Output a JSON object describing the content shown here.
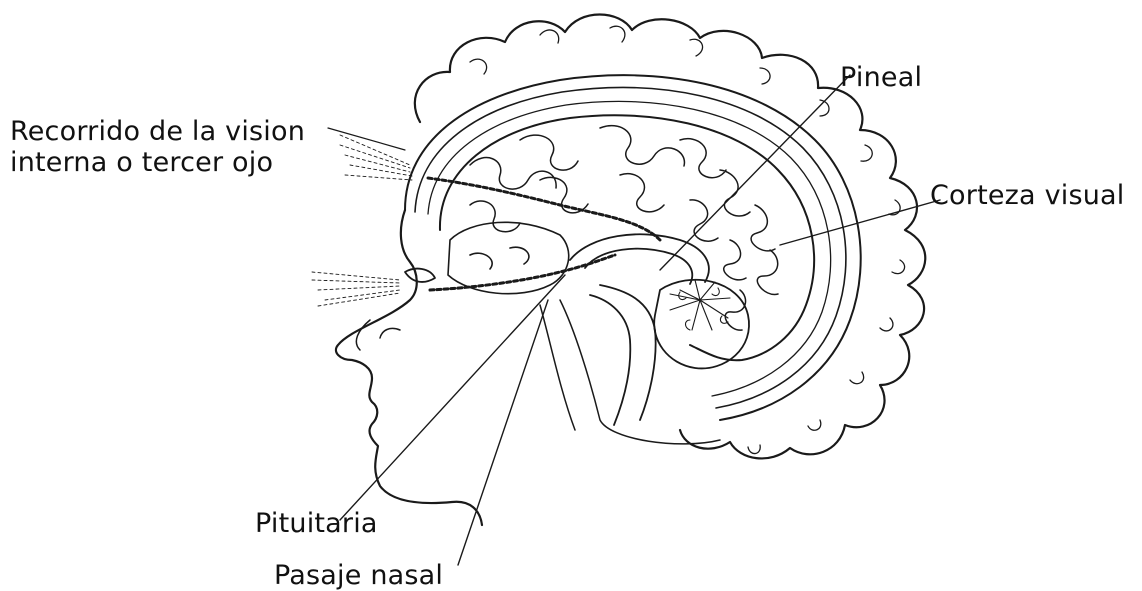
{
  "labels": {
    "vision_line1": "Recorrido de la vision",
    "vision_line2": "interna o tercer ojo",
    "pineal": "Pineal",
    "corteza": "Corteza visual",
    "pituitaria": "Pituitaria",
    "pasaje": "Pasaje nasal"
  },
  "colors": {
    "ink": "#111111",
    "background": "#ffffff"
  }
}
